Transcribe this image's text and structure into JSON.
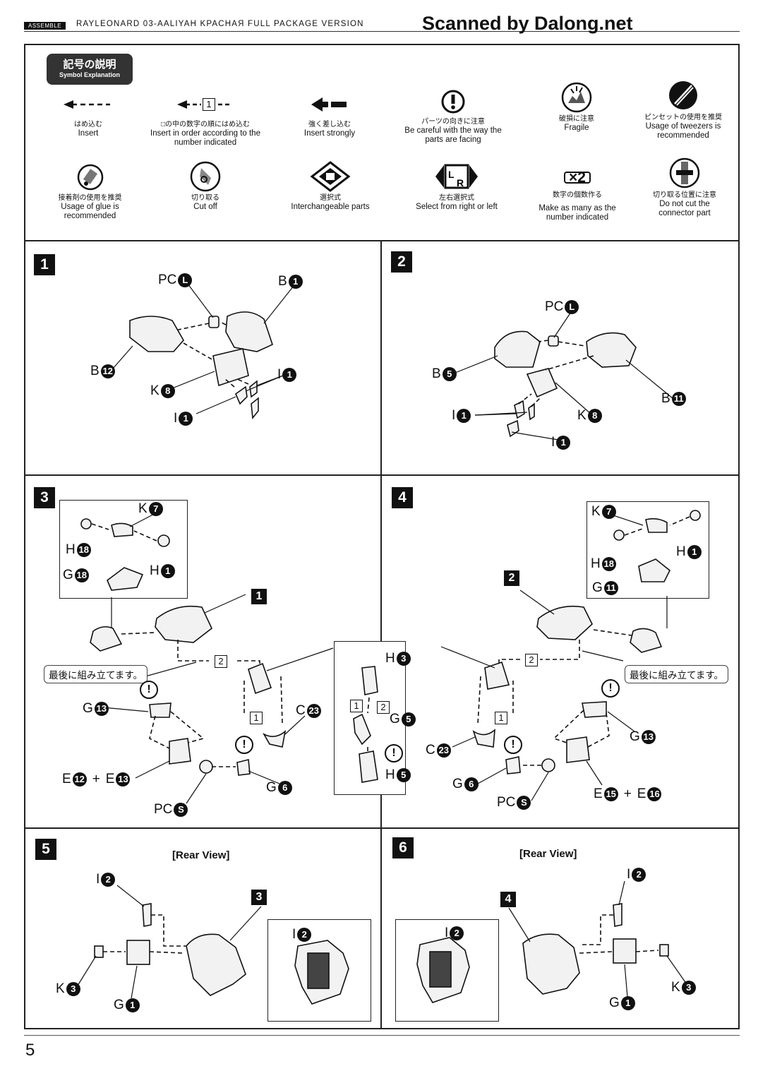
{
  "header": {
    "assemble_tag": "ASSEMBLE",
    "kit_title": "RAYLEONARD 03-AALIYAH KPACHAЯ FULL PACKAGE VERSION",
    "watermark": "Scanned by Dalong.net"
  },
  "legend": {
    "title_jp": "記号の説明",
    "title_en": "Symbol Explanation",
    "symbols": [
      {
        "icon": "dashed-arrow-icon",
        "jp": "はめ込む",
        "en": "Insert"
      },
      {
        "icon": "numbered-arrow-icon",
        "jp": "□の中の数字の順にはめ込む",
        "en": "Insert in order according to the number indicated",
        "num": "1"
      },
      {
        "icon": "bold-arrow-icon",
        "jp": "強く差し込む",
        "en": "Insert strongly"
      },
      {
        "icon": "caution-icon",
        "jp": "パーツの向きに注意",
        "en": "Be careful with the way the parts are facing"
      },
      {
        "icon": "fragile-icon",
        "jp": "破損に注意",
        "en": "Fragile"
      },
      {
        "icon": "tweezers-icon",
        "jp": "ピンセットの使用を推奨",
        "en": "Usage of tweezers is recommended"
      },
      {
        "icon": "glue-icon",
        "jp": "接着剤の使用を推奨",
        "en": "Usage of glue is recommended"
      },
      {
        "icon": "cut-off-icon",
        "jp": "切り取る",
        "en": "Cut off"
      },
      {
        "icon": "interchangeable-icon",
        "jp": "選択式",
        "en": "Interchangeable parts"
      },
      {
        "icon": "left-right-icon",
        "jp": "左右選択式",
        "en": "Select from right or left"
      },
      {
        "icon": "multiply-icon",
        "jp": "数字の個数作る",
        "en": "Make as many as the number indicated",
        "mult": "×2"
      },
      {
        "icon": "do-not-cut-icon",
        "jp": "切り取る位置に注意",
        "en": "Do not cut the connector part"
      }
    ]
  },
  "steps": {
    "s1": {
      "num": "1",
      "labels": {
        "pcl": [
          "PC",
          "L"
        ],
        "b1": [
          "B",
          "1"
        ],
        "b12": [
          "B",
          "12"
        ],
        "k8": [
          "K",
          "8"
        ],
        "i1a": [
          "I",
          "1"
        ],
        "i1b": [
          "I",
          "1"
        ]
      }
    },
    "s2": {
      "num": "2",
      "labels": {
        "pcl": [
          "PC",
          "L"
        ],
        "b5": [
          "B",
          "5"
        ],
        "b11": [
          "B",
          "11"
        ],
        "k8": [
          "K",
          "8"
        ],
        "i1a": [
          "I",
          "1"
        ],
        "i1b": [
          "I",
          "1"
        ]
      }
    },
    "s3": {
      "num": "3",
      "ref": "1",
      "note": "最後に組み立てます。",
      "labels": {
        "k7": [
          "K",
          "7"
        ],
        "h18": [
          "H",
          "18"
        ],
        "h1": [
          "H",
          "1"
        ],
        "g18": [
          "G",
          "18"
        ],
        "g13": [
          "G",
          "13"
        ],
        "c23": [
          "C",
          "23"
        ],
        "e12": [
          "E",
          "12"
        ],
        "plus": "+",
        "e13": [
          "E",
          "13"
        ],
        "g6": [
          "G",
          "6"
        ],
        "pcs": [
          "PC",
          "S"
        ]
      },
      "orders": [
        "2",
        "1"
      ]
    },
    "s4": {
      "num": "4",
      "ref": "2",
      "note": "最後に組み立てます。",
      "labels": {
        "k7": [
          "K",
          "7"
        ],
        "h18": [
          "H",
          "18"
        ],
        "h1": [
          "H",
          "1"
        ],
        "g11": [
          "G",
          "11"
        ],
        "g13": [
          "G",
          "13"
        ],
        "c23": [
          "C",
          "23"
        ],
        "e15": [
          "E",
          "15"
        ],
        "plus": "+",
        "e16": [
          "E",
          "16"
        ],
        "g6": [
          "G",
          "6"
        ],
        "pcs": [
          "PC",
          "S"
        ]
      },
      "orders": [
        "2",
        "1"
      ]
    },
    "shared": {
      "labels": {
        "h3": [
          "H",
          "3"
        ],
        "g5": [
          "G",
          "5"
        ],
        "h5": [
          "H",
          "5"
        ]
      },
      "orders": [
        "1",
        "2"
      ]
    },
    "s5": {
      "num": "5",
      "ref": "3",
      "rear": "[Rear View]",
      "labels": {
        "i2": [
          "I",
          "2"
        ],
        "k3": [
          "K",
          "3"
        ],
        "g1": [
          "G",
          "1"
        ],
        "i2b": [
          "I",
          "2"
        ]
      }
    },
    "s6": {
      "num": "6",
      "ref": "4",
      "rear": "[Rear View]",
      "labels": {
        "i2": [
          "I",
          "2"
        ],
        "k3": [
          "K",
          "3"
        ],
        "g1": [
          "G",
          "1"
        ],
        "i2b": [
          "I",
          "2"
        ]
      }
    }
  },
  "page_number": "5"
}
